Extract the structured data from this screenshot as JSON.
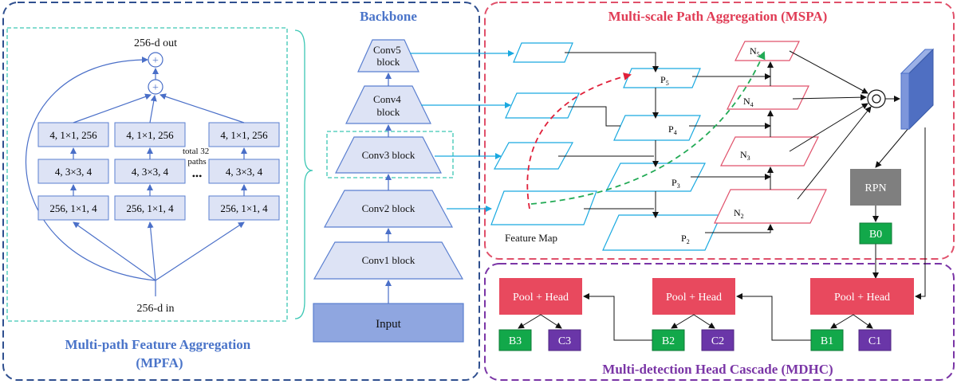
{
  "colors": {
    "mpfa_border": "#2f4f8f",
    "dashed_cyan": "#3cc7b4",
    "mspa_border": "#e0506a",
    "mdhc_border": "#7a35a6",
    "block_fill": "#dde3f5",
    "block_stroke": "#5a7fd0",
    "input_fill": "#8fa6e0",
    "feature_cyan": "#19a9e0",
    "feature_red": "#e0506a",
    "head_fill": "#e8495e",
    "green": "#12a84a",
    "purple": "#6a36a8",
    "rpn_fill": "#7f7f7f",
    "label_blue": "#4a74c9",
    "label_red": "#e03c55",
    "label_purple": "#7a35a6"
  },
  "mpfa": {
    "out_label": "256-d out",
    "in_label": "256-d in",
    "total_note": [
      "total 32",
      "paths"
    ],
    "dots": "•••",
    "rows": [
      "4, 1×1, 256",
      "4, 3×3, 4",
      "256, 1×1, 4"
    ],
    "plus": "+",
    "title_line1": "Multi-path Feature Aggregation",
    "title_line2": "(MPFA)"
  },
  "backbone": {
    "title": "Backbone",
    "conv5": [
      "Conv5",
      "block"
    ],
    "conv4": [
      "Conv4",
      "block"
    ],
    "conv3": "Conv3 block",
    "conv2": "Conv2 block",
    "conv1": "Conv1 block",
    "input": "Input"
  },
  "mspa": {
    "title": "Multi-scale Path Aggregation (MSPA)",
    "feature_map": "Feature Map",
    "p_letter": "P",
    "n_letter": "N",
    "p_subs": [
      "5",
      "4",
      "3",
      "2"
    ],
    "n_subs": [
      "5",
      "4",
      "3",
      "2"
    ],
    "rpn": "RPN"
  },
  "mdhc": {
    "title": "Multi-detection Head Cascade (MDHC)",
    "head": "Pool + Head",
    "b0": "B0",
    "b1": "B1",
    "c1": "C1",
    "b2": "B2",
    "c2": "C2",
    "b3": "B3",
    "c3": "C3"
  }
}
